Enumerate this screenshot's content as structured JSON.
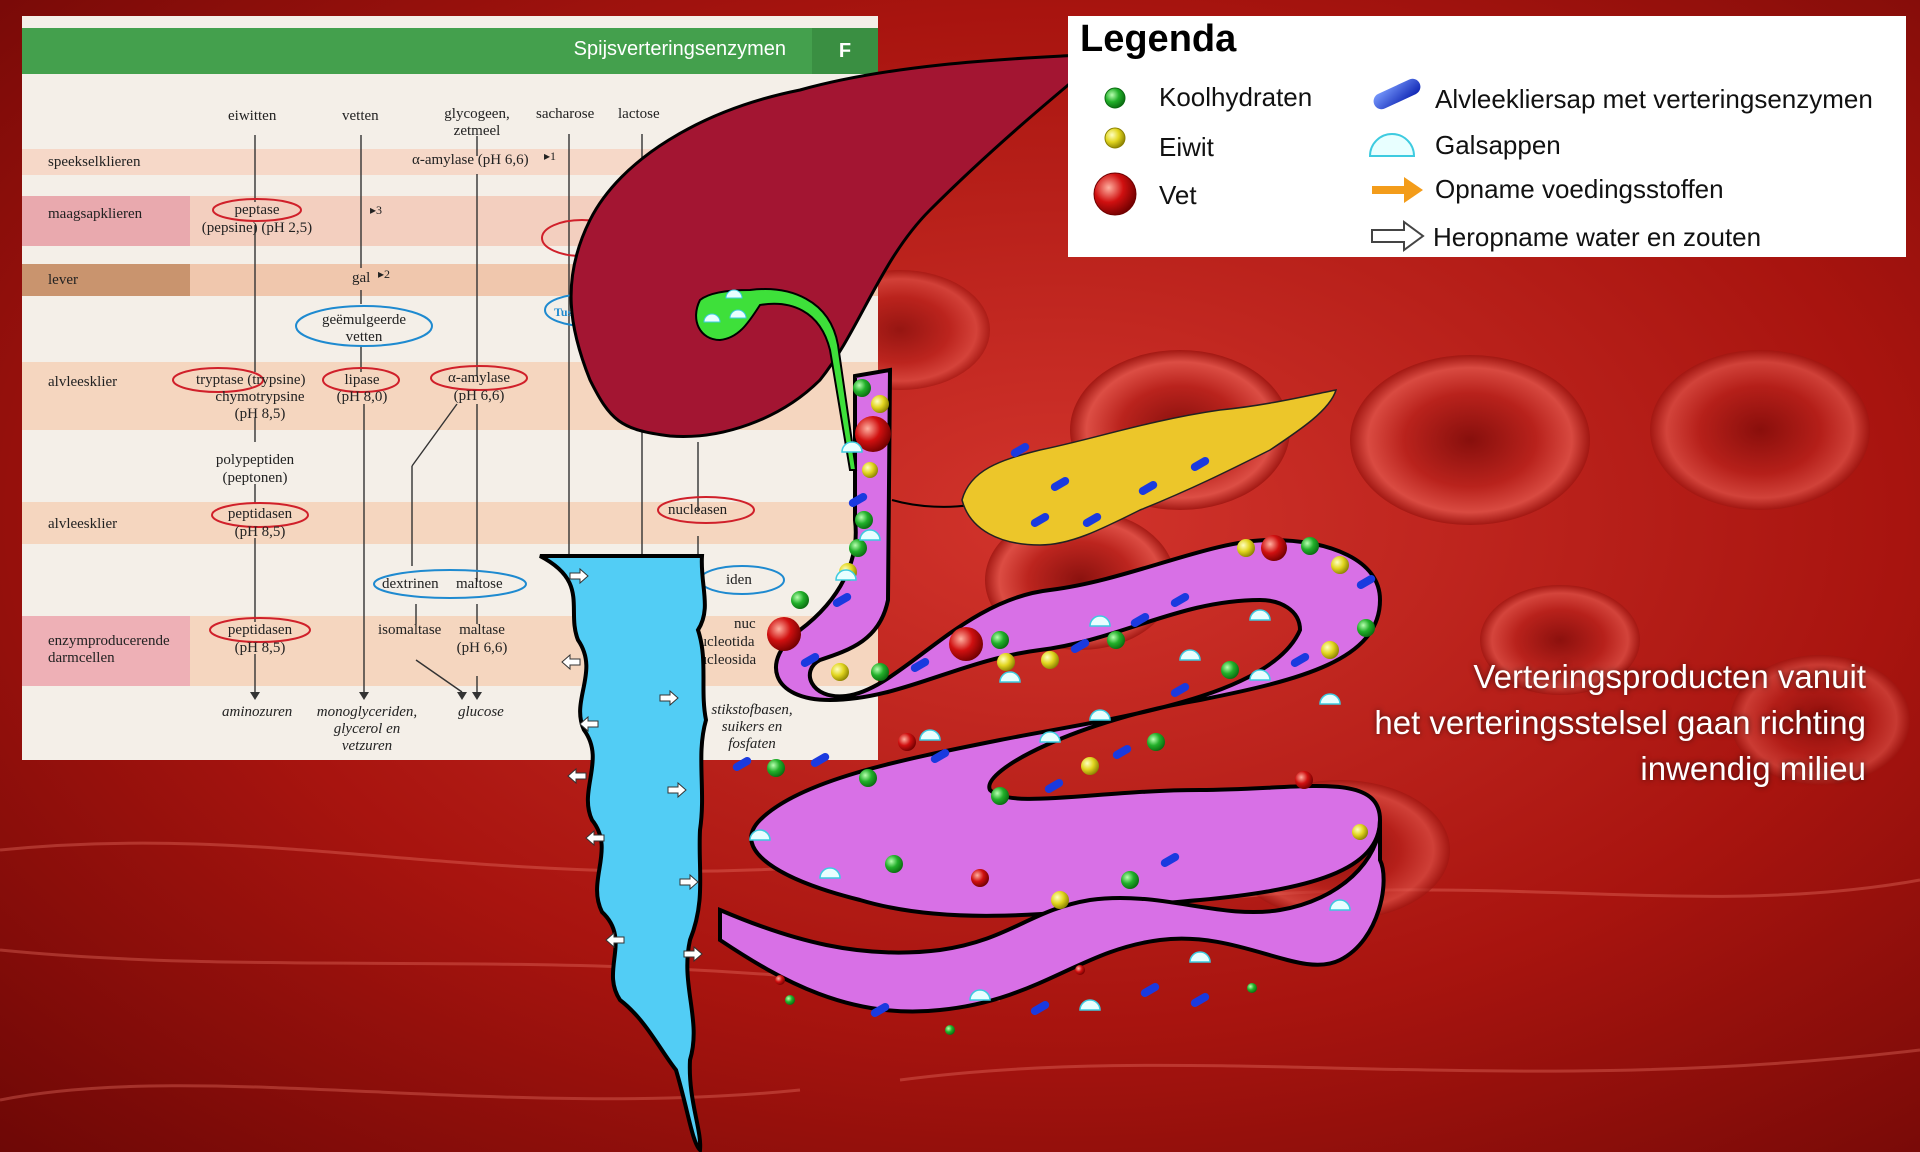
{
  "table": {
    "title": "Spijsverteringsenzymen",
    "tag": "F",
    "columns": [
      "eiwitten",
      "vetten",
      "glycogeen, zetmeel",
      "sacharose",
      "lactose"
    ],
    "rows": [
      "speekselklieren",
      "maagsapklieren",
      "lever",
      "alvleesklier",
      "alvleesklier",
      "enzymproducerende darmcellen"
    ],
    "enzymes": {
      "alpha_amylase_speeksel": "α-amylase (pH 6,6)",
      "note1": "▸1",
      "peptase_1": "peptase",
      "peptase_2": "(pepsine) (pH 2,5)",
      "note3": "▸3",
      "gal": "gal",
      "note2": "▸2",
      "emulsified_1": "geëmulgeerde",
      "emulsified_2": "vetten",
      "tryptase_1": "tryptase (trypsine)",
      "tryptase_2": "chymotrypsine",
      "tryptase_3": "(pH 8,5)",
      "lipase_1": "lipase",
      "lipase_2": "(pH 8,0)",
      "alpha_amylase_1": "α-amylase",
      "alpha_amylase_2": "(pH 6,6)",
      "polypeptides_1": "polypeptiden",
      "polypeptides_2": "(peptonen)",
      "peptidases_a1": "peptidasen",
      "peptidases_a2": "(pH 8,5)",
      "nucleases": "nucleasen",
      "dextrins": "dextrinen",
      "maltose": "maltose",
      "peptidases_b1": "peptidasen",
      "peptidases_b2": "(pH 8,5)",
      "isomaltase": "isomaltase",
      "maltase_1": "maltase",
      "maltase_2": "(pH 6,6)",
      "nucleotid_1": "nucleotida",
      "nucleotid_2": "nucleosida",
      "partial_tus": "Tuss",
      "partial_iden": "iden",
      "partial_nuc": "nuc"
    },
    "products": {
      "aminozuren": "aminozuren",
      "vet_1": "monoglyceriden,",
      "vet_2": "glycerol en",
      "vet_3": "vetzuren",
      "glucose": "glucose",
      "stik_1": "stikstofbasen,",
      "stik_2": "suikers en",
      "stik_3": "fosfaten"
    }
  },
  "legend": {
    "title": "Legenda",
    "items": {
      "koolhydraten": "Koolhydraten",
      "eiwit": "Eiwit",
      "vet": "Vet",
      "alvleeksliersap": "Alvleekliersap met verteringsenzymen",
      "galsappen": "Galsappen",
      "opname": "Opname voedingsstoffen",
      "heropname": "Heropname water en zouten"
    }
  },
  "caption": {
    "line1": "Verteringsproducten vanuit",
    "line2": "het verteringsstelsel gaan richting",
    "line3": "inwendig milieu"
  },
  "colors": {
    "background": "#b81818",
    "liver": "#a31532",
    "gallbladder": "#3ee03a",
    "pancreas": "#ecc62a",
    "small_intestine": "#d870e6",
    "large_intestine": "#52cdf5",
    "koolhydraten": "#22b02a",
    "eiwit": "#e2d620",
    "vet": "#d01010",
    "enzyme": "#1a3adf",
    "absorption_arrow": "#f39c1a",
    "table_header": "#44a04d"
  }
}
